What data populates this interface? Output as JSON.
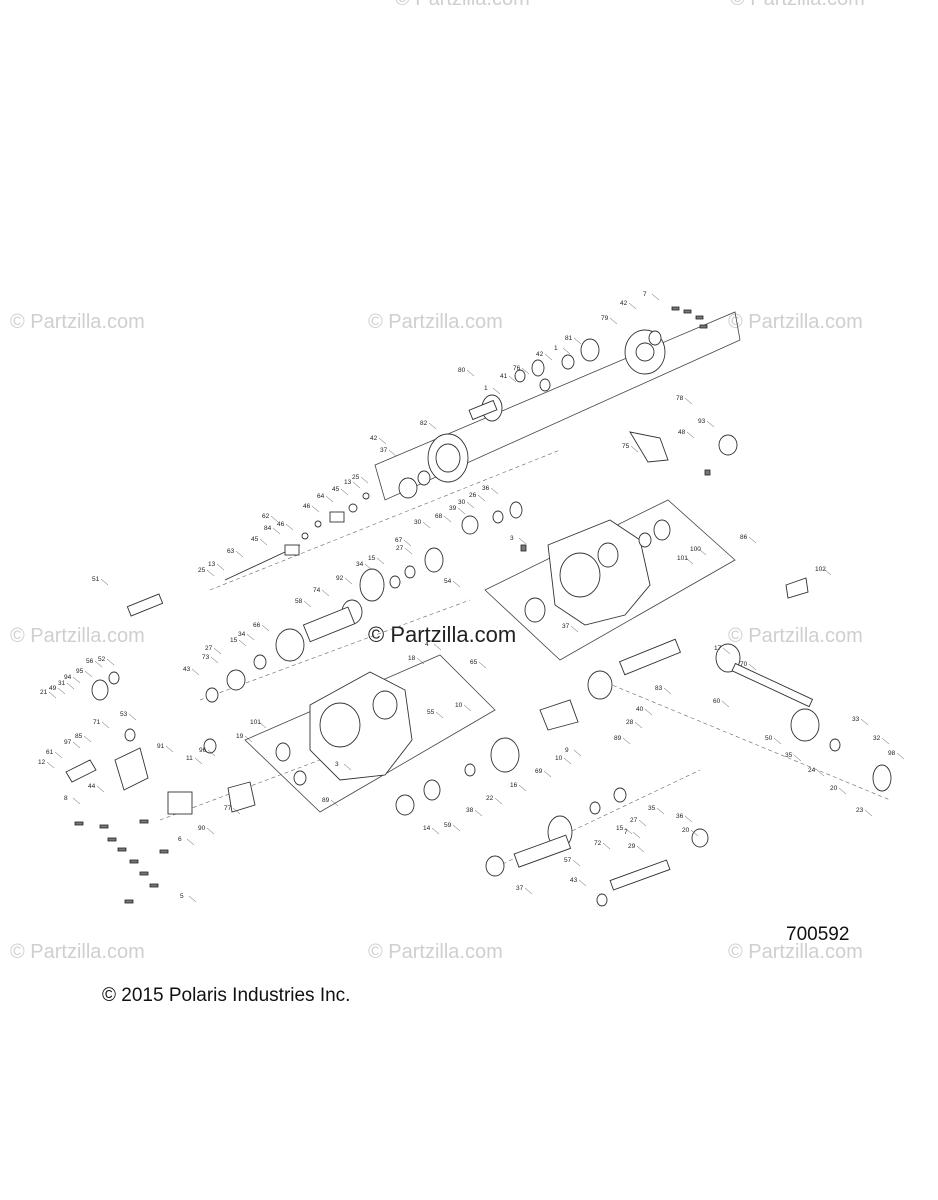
{
  "watermark": "© Partzilla.com",
  "center_watermark": "© Partzilla.com",
  "figure_number": "700592",
  "copyright": "© 2015 Polaris Industries Inc.",
  "part_numbers": [
    "1",
    "3",
    "4",
    "5",
    "6",
    "7",
    "8",
    "9",
    "10",
    "11",
    "12",
    "13",
    "14",
    "15",
    "16",
    "17",
    "18",
    "19",
    "20",
    "21",
    "22",
    "23",
    "24",
    "25",
    "26",
    "27",
    "28",
    "29",
    "30",
    "31",
    "32",
    "33",
    "34",
    "35",
    "36",
    "37",
    "38",
    "39",
    "40",
    "41",
    "42",
    "43",
    "44",
    "45",
    "46",
    "48",
    "49",
    "50",
    "51",
    "52",
    "53",
    "54",
    "55",
    "56",
    "57",
    "58",
    "59",
    "60",
    "61",
    "62",
    "63",
    "64",
    "65",
    "66",
    "67",
    "68",
    "69",
    "70",
    "71",
    "72",
    "73",
    "74",
    "75",
    "76",
    "77",
    "78",
    "79",
    "80",
    "81",
    "82",
    "83",
    "84",
    "85",
    "86",
    "89",
    "90",
    "91",
    "92",
    "93",
    "94",
    "95",
    "96",
    "97",
    "98",
    "100",
    "101",
    "102"
  ]
}
